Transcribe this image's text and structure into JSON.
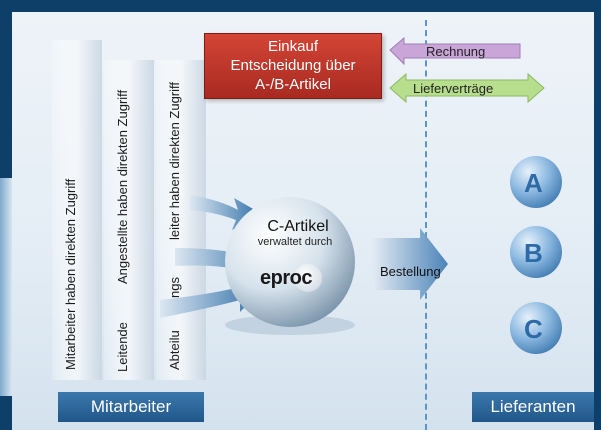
{
  "einkauf": {
    "line1": "Einkauf",
    "line2": "Entscheidung über",
    "line3": "A-/B-Artikel"
  },
  "arrows": {
    "rechnung": "Rechnung",
    "liefervertraege": "Lieferverträge",
    "bestellung": "Bestellung"
  },
  "center": {
    "title": "C-Artikel",
    "subtitle": "verwaltet durch",
    "logo": "eproc"
  },
  "columns": {
    "mitarbeiter_access": "Mitarbeiter haben direkten Zugriff",
    "leitende_top": "Angestellte haben direkten Zugriff",
    "leitende_bottom": "Leitende",
    "abteilungs_top": "leiter haben direkten Zugriff",
    "abteilungs_mid": "ngs",
    "abteilungs_bottom": "Abteilu"
  },
  "footer": {
    "mitarbeiter": "Mitarbeiter",
    "lieferanten": "Lieferanten"
  },
  "suppliers": [
    "A",
    "B",
    "C"
  ],
  "colors": {
    "frame": "#0e3f68",
    "einkauf_box": "#c2342a",
    "rechnung_arrow": "#caa6d8",
    "liefer_arrow": "#b7de8c",
    "blue_arrows": "#3c78ad",
    "ball": "#4a8ccb"
  }
}
